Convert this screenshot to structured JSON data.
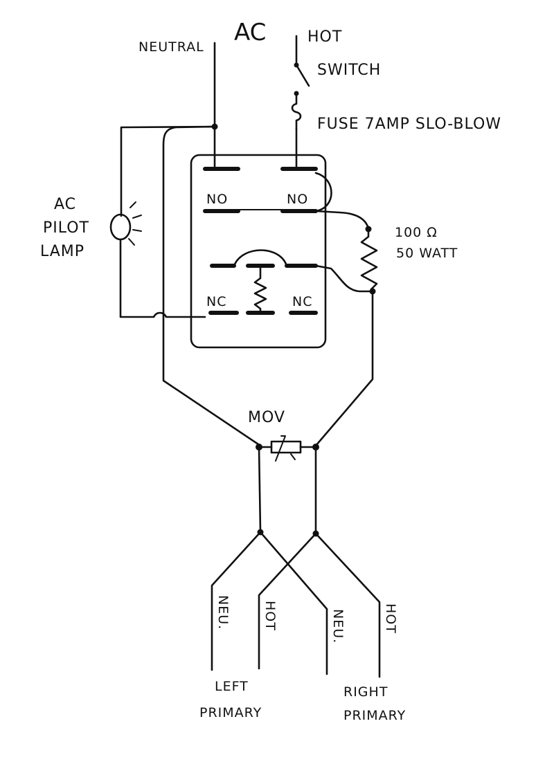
{
  "labels": {
    "ac": "AC",
    "neutral": "NEUTRAL",
    "hot": "HOT",
    "switch": "SWITCH",
    "fuse": "FUSE 7AMP SLO-BLOW",
    "pilot_lamp_1": "AC",
    "pilot_lamp_2": "PILOT",
    "pilot_lamp_3": "LAMP",
    "no_left": "NO",
    "no_right": "NO",
    "nc_left": "NC",
    "nc_right": "NC",
    "resistor_1": "100 Ω",
    "resistor_2": "50 WATT",
    "mov": "MOV",
    "out_neu_left": "NEU.",
    "out_hot_left": "HOT",
    "out_neu_right": "NEU.",
    "out_hot_right": "HOT",
    "left_primary_1": "LEFT",
    "left_primary_2": "PRIMARY",
    "right_primary_1": "RIGHT",
    "right_primary_2": "PRIMARY"
  }
}
